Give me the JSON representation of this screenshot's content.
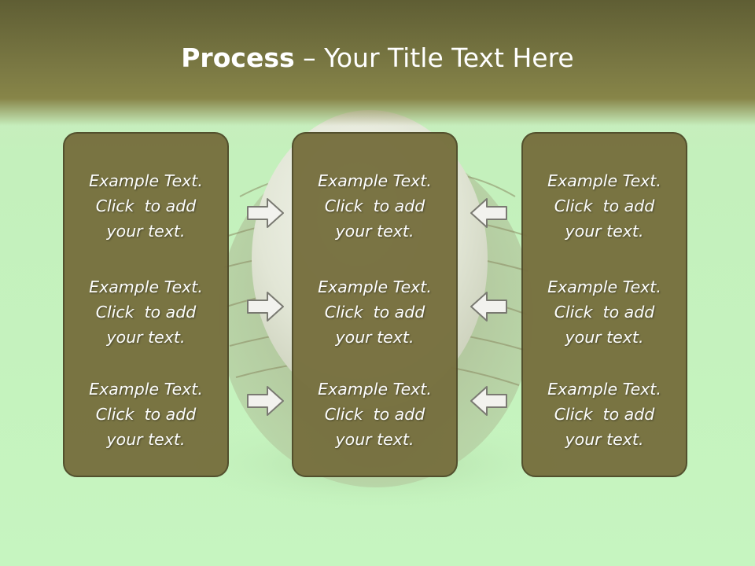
{
  "title": {
    "bold": "Process",
    "rest": " – Your Title Text Here"
  },
  "columns": [
    {
      "blocks": [
        [
          "Example Text.",
          "Click  to add",
          "your text."
        ],
        [
          "Example Text.",
          "Click  to add",
          "your text."
        ],
        [
          "Example Text.",
          "Click  to add",
          "your text."
        ]
      ]
    },
    {
      "blocks": [
        [
          "Example Text.",
          "Click  to add",
          "your text."
        ],
        [
          "Example Text.",
          "Click  to add",
          "your text."
        ],
        [
          "Example Text.",
          "Click  to add",
          "your text."
        ]
      ]
    },
    {
      "blocks": [
        [
          "Example Text.",
          "Click  to add",
          "your text."
        ],
        [
          "Example Text.",
          "Click  to add",
          "your text."
        ],
        [
          "Example Text.",
          "Click  to add",
          "your text."
        ]
      ]
    }
  ],
  "icons": {
    "left_arrows": "arrow-right-icon",
    "right_arrows": "arrow-left-icon"
  },
  "colors": {
    "header": "#7c7a44",
    "panel": "#77703f",
    "panel_border": "#4f4b29",
    "background": "#c4f0bc",
    "text": "#ffffff"
  }
}
